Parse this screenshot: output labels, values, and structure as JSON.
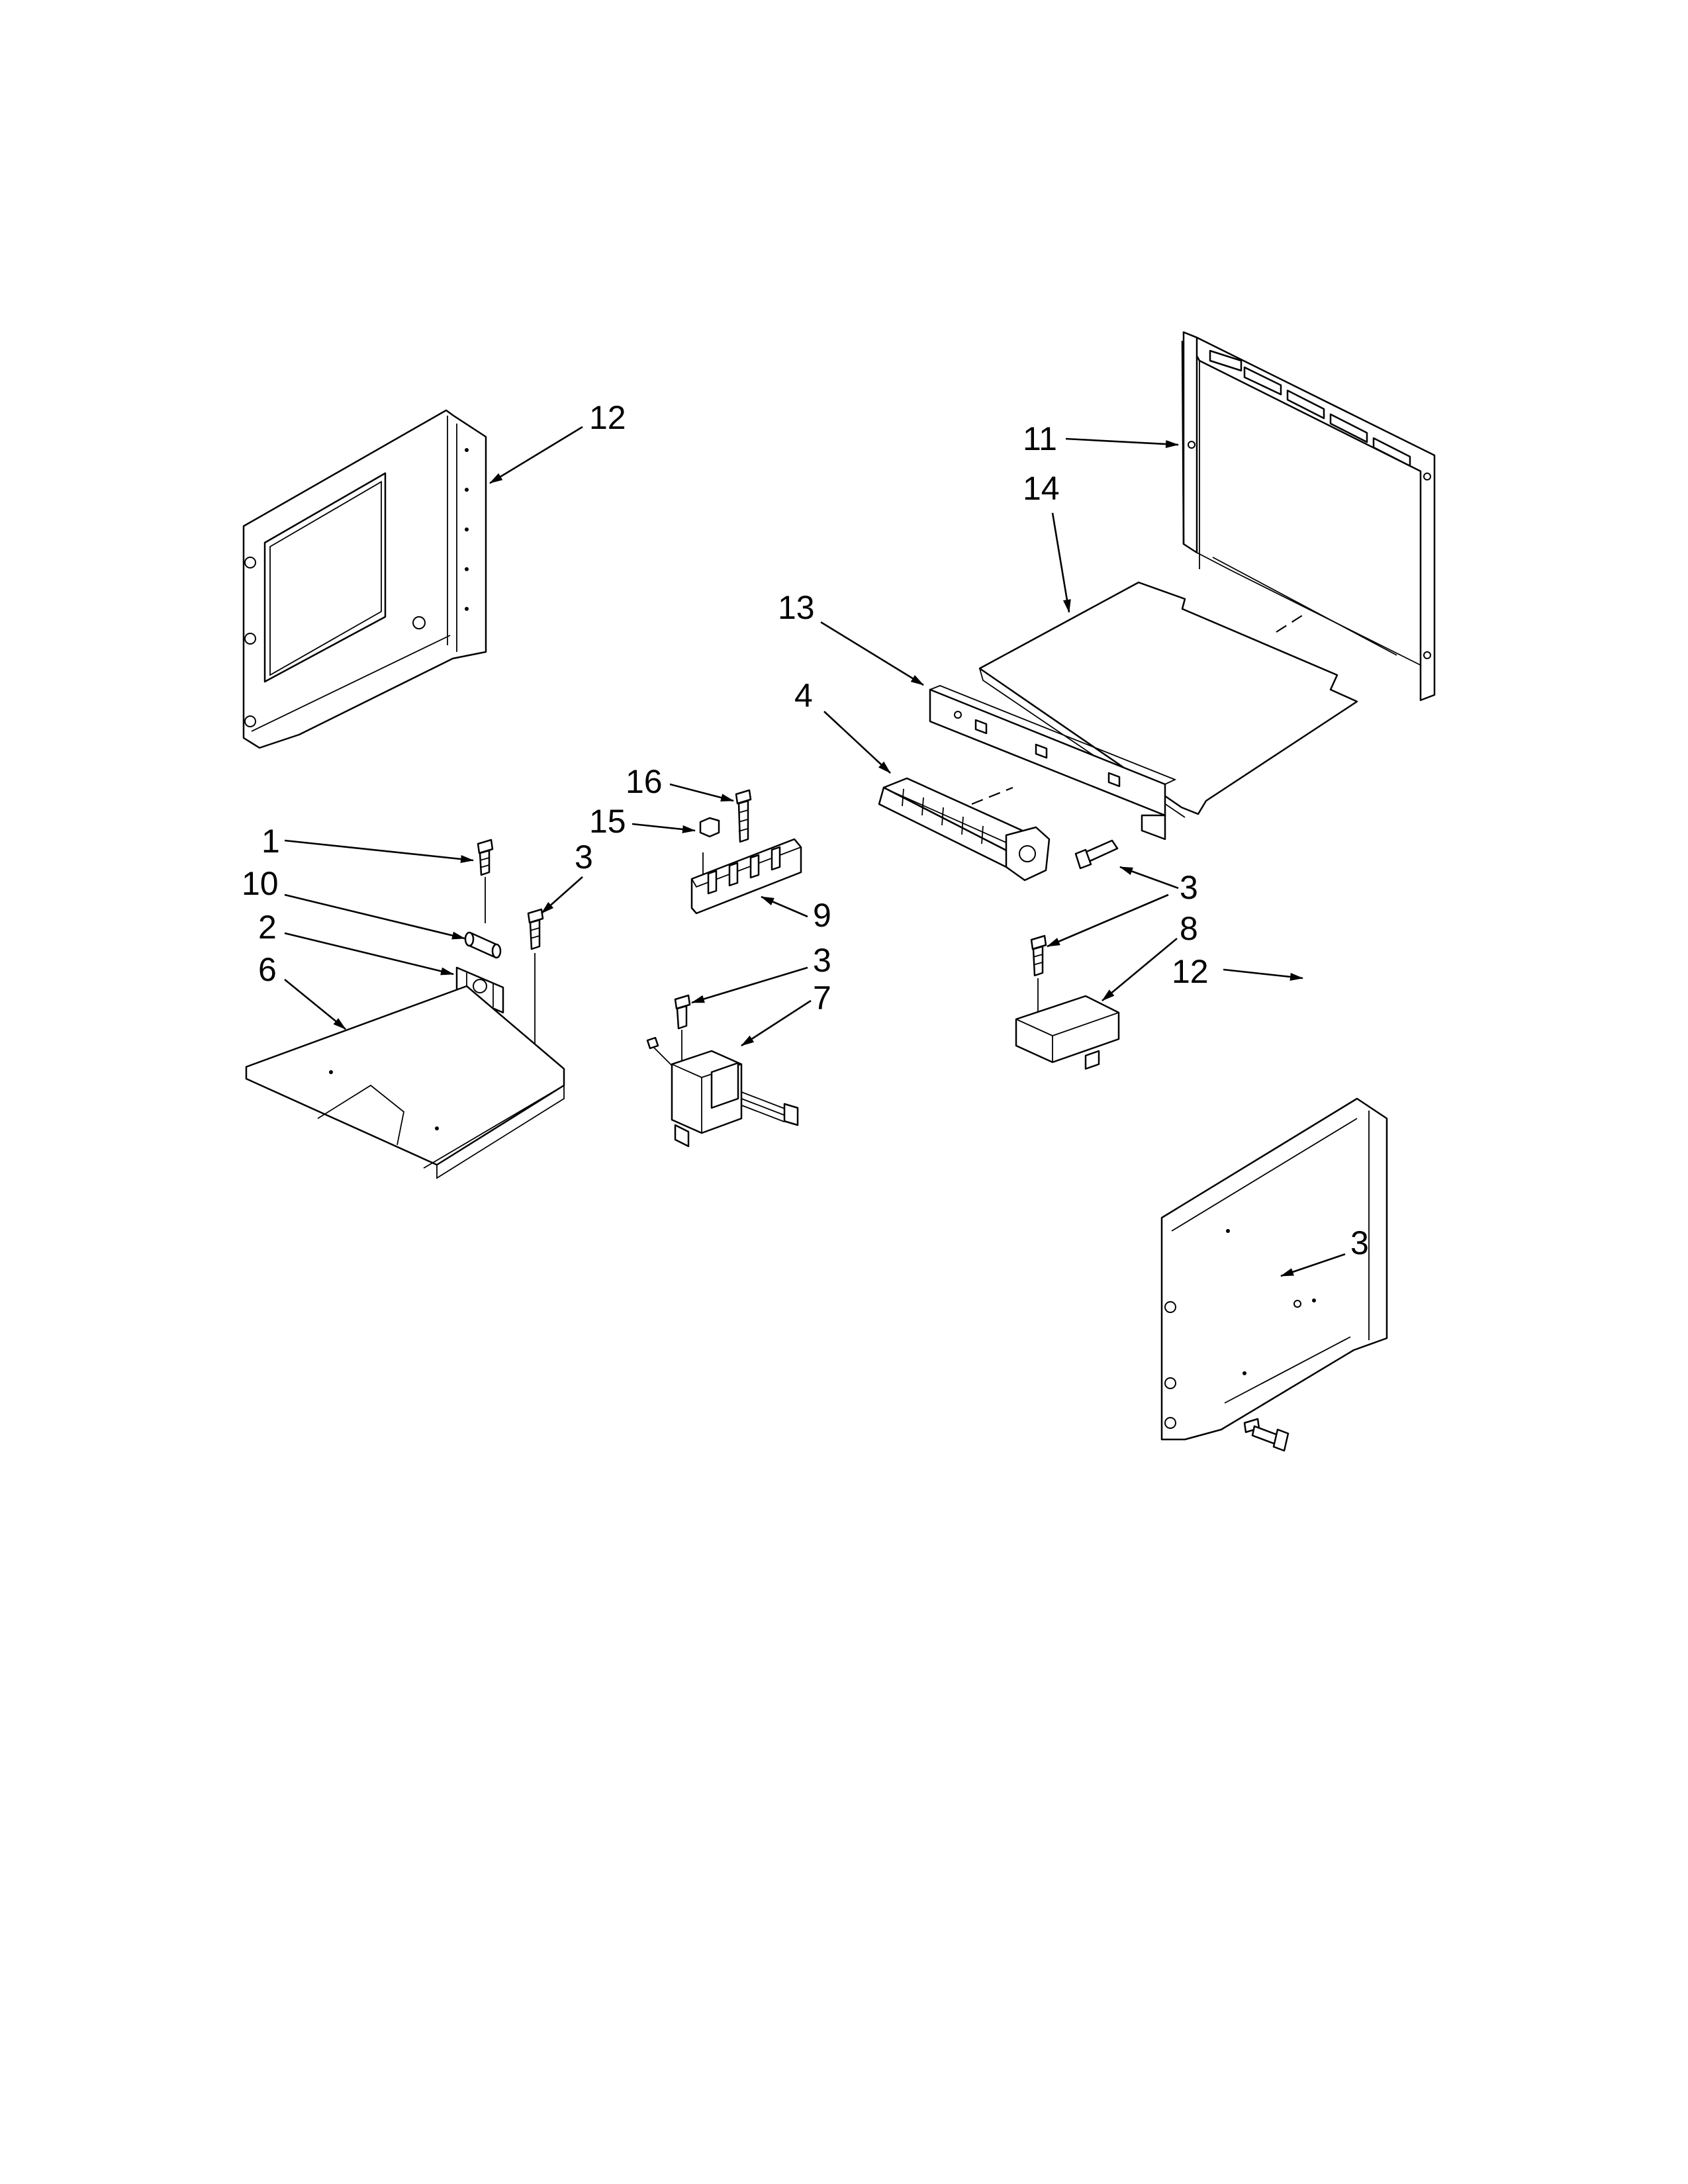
{
  "callouts": [
    {
      "id": "c12a",
      "label": "12"
    },
    {
      "id": "c11",
      "label": "11"
    },
    {
      "id": "c14",
      "label": "14"
    },
    {
      "id": "c13",
      "label": "13"
    },
    {
      "id": "c4",
      "label": "4"
    },
    {
      "id": "c16",
      "label": "16"
    },
    {
      "id": "c15",
      "label": "15"
    },
    {
      "id": "c1",
      "label": "1"
    },
    {
      "id": "c3a",
      "label": "3"
    },
    {
      "id": "c10",
      "label": "10"
    },
    {
      "id": "c2",
      "label": "2"
    },
    {
      "id": "c6",
      "label": "6"
    },
    {
      "id": "c9",
      "label": "9"
    },
    {
      "id": "c3b",
      "label": "3"
    },
    {
      "id": "c7",
      "label": "7"
    },
    {
      "id": "c3c",
      "label": "3"
    },
    {
      "id": "c8",
      "label": "8"
    },
    {
      "id": "c12b",
      "label": "12"
    },
    {
      "id": "c3d",
      "label": "3"
    }
  ]
}
